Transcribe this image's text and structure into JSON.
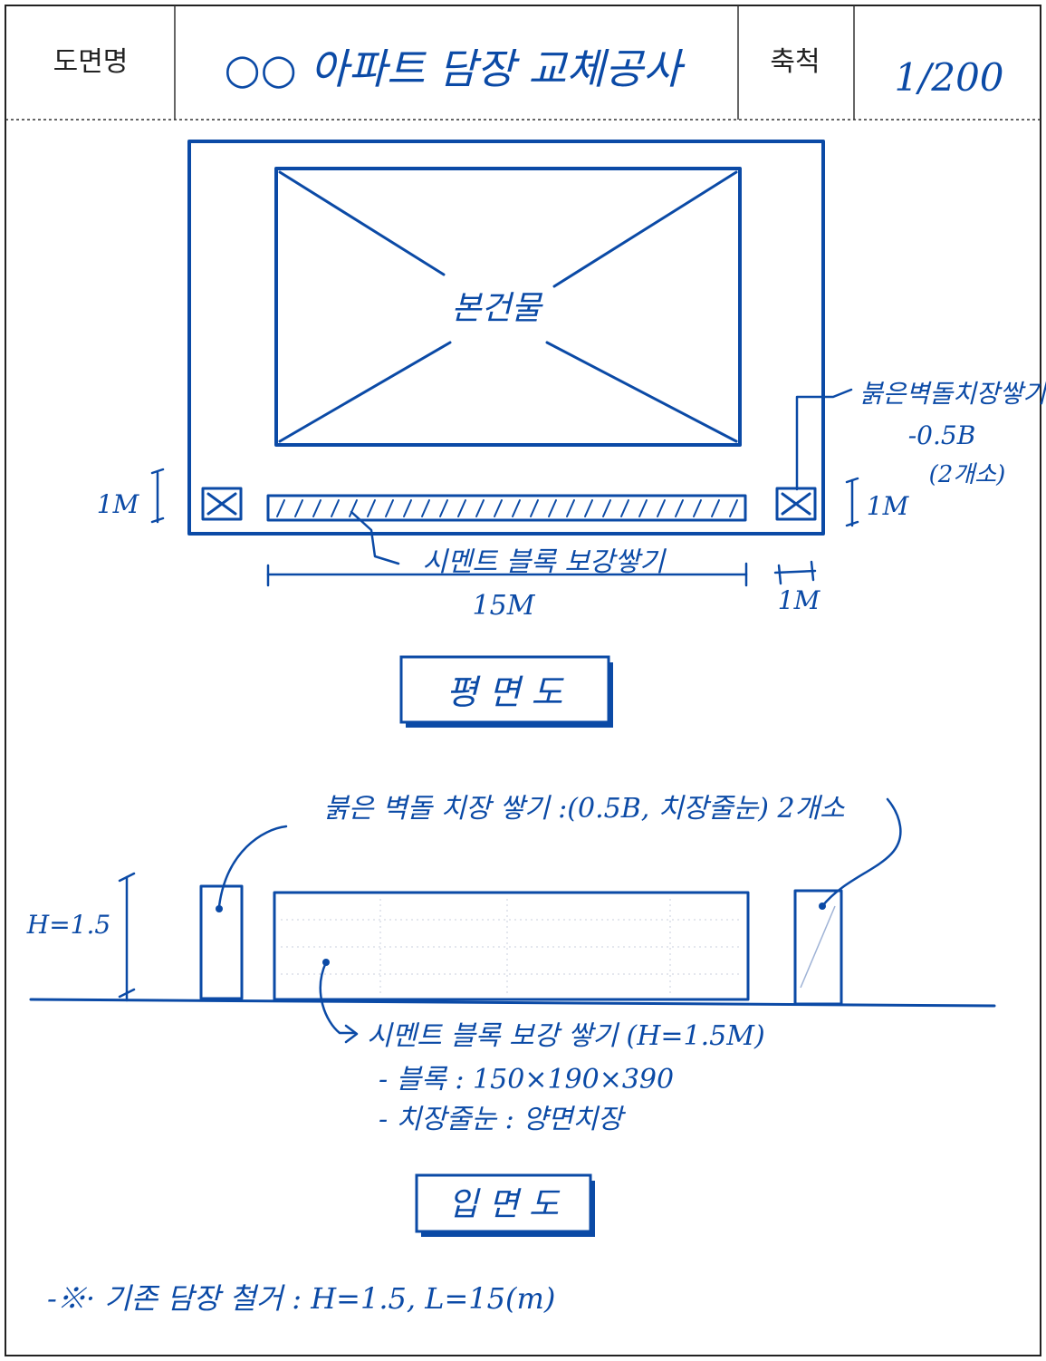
{
  "header": {
    "drawing_name_label": "도면명",
    "drawing_name_value": "○○ 아파트  담장 교체공사",
    "scale_label": "축척",
    "scale_value": "1/200"
  },
  "plan_view": {
    "building_label": "본건물",
    "brick_note_line1": "붉은벽돌치장쌓기",
    "brick_note_line2": "-0.5B",
    "brick_note_line3": "(2개소)",
    "left_dim": "1M",
    "right_dim": "1M",
    "block_note": "시멘트 블록 보강쌓기",
    "length_dim": "15M",
    "gap_dim": "1M",
    "title": "평 면 도"
  },
  "elevation_view": {
    "brick_note": "붉은 벽돌 치장 쌓기 :(0.5B, 치장줄눈) 2개소",
    "height_label": "H=1.5",
    "block_note_line1": "시멘트 블록 보강 쌓기 (H=1.5M)",
    "block_note_line2": "- 블록 : 150×190×390",
    "block_note_line3": "- 치장줄눈 : 양면치장",
    "title": "입 면 도"
  },
  "footer_note": "-※· 기존 담장 철거 : H=1.5, L=15(m)",
  "colors": {
    "ink": "#0b4aa6",
    "grid": "#222222",
    "paper": "#ffffff"
  }
}
